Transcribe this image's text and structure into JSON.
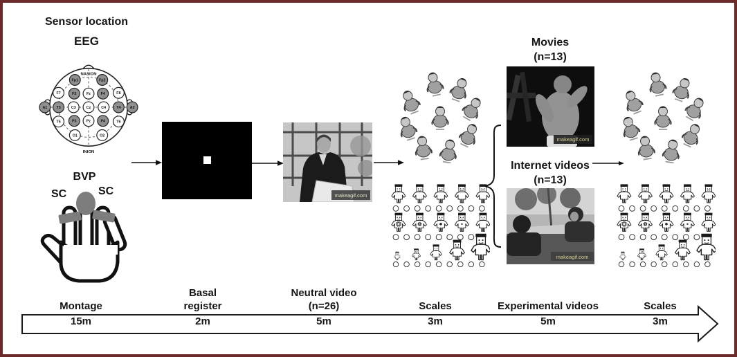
{
  "figure": {
    "sensor": {
      "title": "Sensor location",
      "eeg_label": "EEG",
      "nasion": "NASION",
      "inion": "INION",
      "electrodes": [
        {
          "id": "Fp1",
          "shaded": true
        },
        {
          "id": "Fp2",
          "shaded": true
        },
        {
          "id": "F7",
          "shaded": false
        },
        {
          "id": "F3",
          "shaded": true
        },
        {
          "id": "Fz",
          "shaded": false
        },
        {
          "id": "F4",
          "shaded": true
        },
        {
          "id": "F8",
          "shaded": false
        },
        {
          "id": "A1",
          "shaded": true
        },
        {
          "id": "T3",
          "shaded": true
        },
        {
          "id": "C3",
          "shaded": false
        },
        {
          "id": "Cz",
          "shaded": false
        },
        {
          "id": "C4",
          "shaded": false
        },
        {
          "id": "T4",
          "shaded": true
        },
        {
          "id": "A2",
          "shaded": true
        },
        {
          "id": "T5",
          "shaded": false
        },
        {
          "id": "P3",
          "shaded": true
        },
        {
          "id": "Pz",
          "shaded": false
        },
        {
          "id": "P4",
          "shaded": true
        },
        {
          "id": "T6",
          "shaded": false
        },
        {
          "id": "O1",
          "shaded": false
        },
        {
          "id": "O2",
          "shaded": false
        }
      ],
      "bvp_label": "BVP",
      "sc_left": "SC",
      "sc_right": "SC"
    },
    "stimuli": {
      "movies_title": "Movies",
      "movies_count": "(n=13)",
      "internet_title": "Internet videos",
      "internet_count": "(n=13)",
      "video_watermark": "makeagif.com"
    },
    "timeline": {
      "stages": [
        {
          "label": "Montage",
          "label2": "",
          "duration": "15m"
        },
        {
          "label": "Basal",
          "label2": "register",
          "duration": "2m"
        },
        {
          "label": "Neutral video",
          "label2": "(n=26)",
          "duration": "5m"
        },
        {
          "label": "Scales",
          "label2": "",
          "duration": "3m"
        },
        {
          "label": "Experimental videos",
          "label2": "",
          "duration": "5m"
        },
        {
          "label": "Scales",
          "label2": "",
          "duration": "3m"
        }
      ]
    },
    "colors": {
      "border": "#6d2a2a",
      "electrode_shaded": "#8f8f8f",
      "sensor_gray": "#7d7d7d"
    }
  }
}
